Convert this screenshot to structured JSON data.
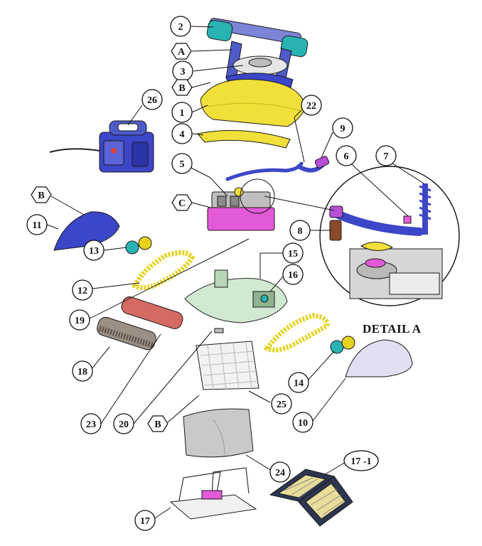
{
  "detail_title": "DETAIL A",
  "callouts": {
    "c2": "2",
    "cA": "A",
    "c3": "3",
    "cB1": "B",
    "c1": "1",
    "c4": "4",
    "c26": "26",
    "c22": "22",
    "c9": "9",
    "c6": "6",
    "c7": "7",
    "c5": "5",
    "cC": "C",
    "cB2": "B",
    "c11": "11",
    "c8": "8",
    "c13": "13",
    "c15": "15",
    "c16": "16",
    "c12": "12",
    "c19": "19",
    "c18": "18",
    "c14": "14",
    "c23": "23",
    "c20": "20",
    "c25": "25",
    "c10": "10",
    "cB3": "B",
    "c24": "24",
    "c17": "17",
    "c17_1": "17 -1"
  },
  "colors": {
    "handle_blue": "#4f5bc8",
    "roller_teal": "#2ab3b3",
    "hood_yellow": "#f2e03a",
    "track_yellow": "#e6d21e",
    "brush_red": "#d46a62",
    "supply_blue": "#3c46c8",
    "chassis_green": "#cfe8cf",
    "gray_filter": "#c9c9c9",
    "pink": "#e35ad8"
  }
}
